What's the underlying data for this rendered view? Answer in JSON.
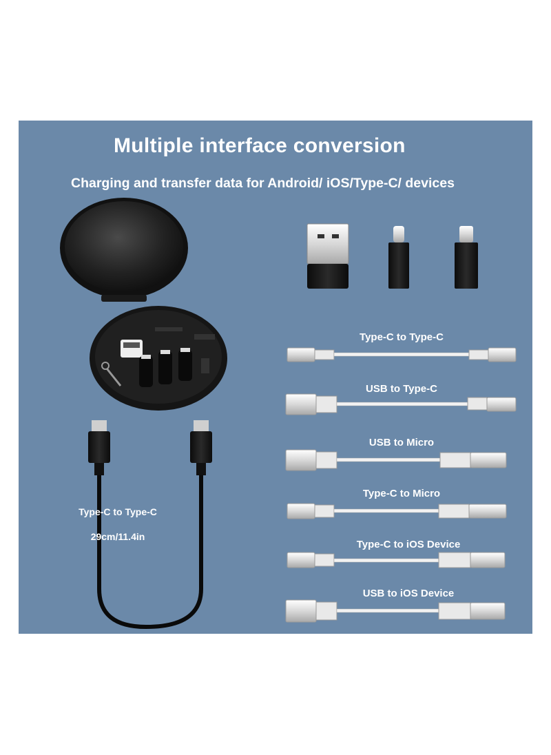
{
  "title": "Multiple interface conversion",
  "subtitle": "Charging and transfer data for Android/ iOS/Type-C/ devices",
  "left_cable": {
    "label": "Type-C to Type-C",
    "length": "29cm/11.4in"
  },
  "cables": [
    {
      "label": "Type-C to Type-C",
      "left": "type-c",
      "right": "type-c"
    },
    {
      "label": "USB to Type-C",
      "left": "usb-a",
      "right": "type-c"
    },
    {
      "label": "USB to Micro",
      "left": "usb-a",
      "right": "micro"
    },
    {
      "label": "Type-C to Micro",
      "left": "type-c",
      "right": "micro"
    },
    {
      "label": "Type-C to iOS Device",
      "left": "type-c",
      "right": "lightning"
    },
    {
      "label": "USB to iOS Device",
      "left": "usb-a",
      "right": "lightning"
    }
  ],
  "adapters": [
    "usb-a-adapter",
    "lightning-adapter",
    "micro-adapter"
  ],
  "colors": {
    "background": "#6b89a9",
    "text": "#ffffff",
    "case": "#1c1c1c",
    "cable": "#f2f2f2"
  }
}
